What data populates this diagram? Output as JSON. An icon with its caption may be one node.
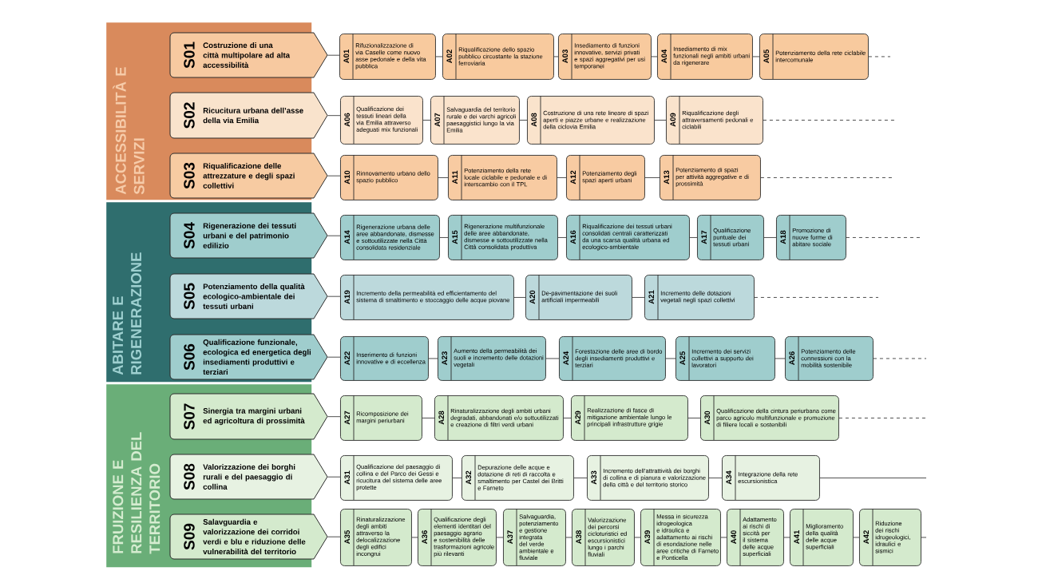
{
  "diagram": {
    "nodes": [
      {
        "text": [
          "ACCESSIBILITÀ E SERVIZI"
        ]
      },
      {
        "text": [
          "S01",
          "Costruzione di una città multipolare ad alta accessibilità"
        ]
      },
      {
        "text": [
          "A01",
          "Rifuzionalizzazione di via Caselle come nuovo asse pedonale e della vita pubblica"
        ]
      },
      {
        "text": [
          "A02",
          "Riqualificazione dello spazio pubblico circostante la stazione ferroviaria"
        ]
      },
      {
        "text": [
          "A03",
          "Insediamento di funzioni innovative, servizi privati e spazi aggregativi per usi temporanei"
        ]
      },
      {
        "text": [
          "A04",
          "Insediamento di mix funzionali negli ambiti urbani da rigenerare"
        ]
      },
      {
        "text": [
          "A05",
          "Potenziamento della rete ciclabile intercomunale"
        ]
      },
      {
        "text": [
          "S02",
          "Ricucitura urbana dell’asse della via Emilia"
        ]
      },
      {
        "text": [
          "A06",
          "Qualificazione dei tessuti lineari della via Emilia attraverso adeguati mix funzionali"
        ]
      },
      {
        "text": [
          "A07",
          "Salvaguardia del territorio rurale e dei varchi agricoli paesaggistici lungo la via Emilia"
        ]
      },
      {
        "text": [
          "A08",
          "Costruzione di una rete lineare di spazi aperti e piazze urbane e realizzazione della ciclovia Emilia"
        ]
      },
      {
        "text": [
          "A09",
          "Riqualificazione degli attraversamenti pedonali e ciclabili"
        ]
      },
      {
        "text": [
          "S03",
          "Riqualificazione delle attrezzature e degli spazi collettivi"
        ]
      },
      {
        "text": [
          "A10",
          "Rinnovamento urbano dello spazio pubblico"
        ]
      },
      {
        "text": [
          "A11",
          "Potenziamento della rete locale ciclabile e pedonale e di interscambio con il TPL"
        ]
      },
      {
        "text": [
          "A12",
          "Potenziamento degli spazi aperti urbani"
        ]
      },
      {
        "text": [
          "A13",
          "Potenziamento di spazi per attività aggregative e di prossimità"
        ]
      },
      {
        "text": [
          "ABITARE E RIGENERAZIONE"
        ]
      },
      {
        "text": [
          "S04",
          "Rigenerazione dei tessuti urbani e del patrimonio edilizio"
        ]
      },
      {
        "text": [
          "A14",
          "Rigenerazione urbana delle aree abbandonate, dismesse e sottoutilizzate nella Città consolidata residenziale"
        ]
      },
      {
        "text": [
          "A15",
          "Rigenerazione multifunzionale delle aree abbandonate, dismesse e sottoutilizzate nella Città consolidata produttiva"
        ]
      },
      {
        "text": [
          "A16",
          "Riqualificazione dei tessuti urbani consolidati centrali caratterizzati da una scarsa qualità urbana ed ecologico-ambientale"
        ]
      },
      {
        "text": [
          "A17",
          "Qualificazione puntuale dei tessuti urbani"
        ]
      },
      {
        "text": [
          "A18",
          "Promozione di nuove forme di abitare sociale"
        ]
      },
      {
        "text": [
          "S05",
          "Potenziamento della qualità ecologico-ambientale dei tessuti urbani"
        ]
      },
      {
        "text": [
          "A19",
          "Incremento della permeabilità ed efficientamento del sistema di smaltimento e stoccaggio delle acque piovane"
        ]
      },
      {
        "text": [
          "A20",
          "De-pavimentazione dei suoli artificiali impermeabili"
        ]
      },
      {
        "text": [
          "A21",
          "Incremento delle dotazioni vegetali negli spazi collettivi"
        ]
      },
      {
        "text": [
          "S06",
          "Qualificazione funzionale, ecologica ed energetica degli insediamenti produttivi e terziari"
        ]
      },
      {
        "text": [
          "A22",
          "Inserimento di funzioni innovative e di eccellenza"
        ]
      },
      {
        "text": [
          "A23",
          "Aumento della permeabilità dei suoli e incremento delle dotazioni vegetali"
        ]
      },
      {
        "text": [
          "A24",
          "Forestazione delle aree di bordo degli insediamenti produttivi e terziari"
        ]
      },
      {
        "text": [
          "A25",
          "Incremento dei servizi collettivi a supporto dei lavoratori"
        ]
      },
      {
        "text": [
          "A26",
          "Potenziamento delle connessioni con la mobilità sostenibile"
        ]
      },
      {
        "text": [
          "FRUIZIONE E RESILIENZA DEL TERRITORIO"
        ]
      },
      {
        "text": [
          "S07",
          "Sinergia tra margini urbani ed agricoltura di prossimità"
        ]
      },
      {
        "text": [
          "A27",
          "Ricomposizione dei margini periurbani"
        ]
      },
      {
        "text": [
          "A28",
          "Rinaturalizzazione degli ambiti urbani degradati, abbandonati e/o sottoutilizzati e creazione di filtri verdi urbani"
        ]
      },
      {
        "text": [
          "A29",
          "Realizzazione di fasce di mitigazione ambientale lungo le principali infrastrutture grigie"
        ]
      },
      {
        "text": [
          "A30",
          "Qualificazione della cintura periurbana come parco agricolo multifunzionale e promozione di filiere locali e sostenibili"
        ]
      },
      {
        "text": [
          "S08",
          "Valorizzazione dei borghi rurali e del paesaggio di collina"
        ]
      },
      {
        "text": [
          "A31",
          "Qualificazione del paesaggio di collina e del Parco dei Gessi e ricucitura del sistema delle aree protette"
        ]
      },
      {
        "text": [
          "A32",
          "Depurazione delle acque e dotazione di reti di raccolta e smaltimento per Castel dei Britti e Farneto"
        ]
      },
      {
        "text": [
          "A33",
          "Incremento dell’attrattività dei borghi di collina e di pianura e valorizzazione della città e del territorio storico"
        ]
      },
      {
        "text": [
          "A34",
          "Integrazione della rete escursionistica"
        ]
      },
      {
        "text": [
          "S09",
          "Salavguardia e valorizzazione dei corridoi verdi e blu e riduzione delle vulnerabilità del territorio"
        ]
      },
      {
        "text": [
          "A35",
          "Rinaturalizzazione degli ambiti attraverso la delocalizzazione degli edifici incongrui"
        ]
      },
      {
        "text": [
          "A36",
          "Qualificazione degli elementi identitari del paesaggio agrario e sostenibilità delle trasformazioni agricole più rilevanti"
        ]
      },
      {
        "text": [
          "A37",
          "Salvaguardia, potenziamento e gestione integrata del verde ambientale e fluviale"
        ]
      },
      {
        "text": [
          "A38",
          "Valorizzazione dei percorsi cicloturistici ed escursionistici lungo i parchi fluviali"
        ]
      },
      {
        "text": [
          "A39",
          "Messa in sicurezza idrogeologica e idraulica e adattamento ai rischi di esondazione nelle aree critiche di Farneto e Ponticella"
        ]
      },
      {
        "text": [
          "A40",
          "Adattamento ai rischi di siccità per il sistema delle acque superficiali"
        ]
      },
      {
        "text": [
          "A41",
          "Miglioramento della qualità delle acque superficiali"
        ]
      },
      {
        "text": [
          "A42",
          "Riduzione dei rischi idrogeologici, idraulici e sismici"
        ]
      }
    ],
    "edges": [
      {
        "from": 1,
        "to": 2,
        "arrow": "none"
      },
      {
        "from": 2,
        "to": 3,
        "arrow": "none"
      },
      {
        "from": 3,
        "to": 4,
        "arrow": "none"
      },
      {
        "from": 4,
        "to": 5,
        "arrow": "none"
      },
      {
        "from": 5,
        "to": 6,
        "arrow": "none"
      },
      {
        "from": 6,
        "to": null,
        "arrow": "none",
        "style": "dashed"
      },
      {
        "from": 7,
        "to": 8,
        "arrow": "none"
      },
      {
        "from": 8,
        "to": 9,
        "arrow": "none"
      },
      {
        "from": 9,
        "to": 10,
        "arrow": "none"
      },
      {
        "from": 10,
        "to": 11,
        "arrow": "none"
      },
      {
        "from": 11,
        "to": null,
        "arrow": "none",
        "style": "dashed"
      },
      {
        "from": 12,
        "to": 13,
        "arrow": "none"
      },
      {
        "from": 13,
        "to": 14,
        "arrow": "none"
      },
      {
        "from": 14,
        "to": 15,
        "arrow": "none"
      },
      {
        "from": 15,
        "to": 16,
        "arrow": "none"
      },
      {
        "from": 16,
        "to": null,
        "arrow": "none",
        "style": "dashed"
      },
      {
        "from": 18,
        "to": 19,
        "arrow": "none"
      },
      {
        "from": 19,
        "to": 20,
        "arrow": "none"
      },
      {
        "from": 20,
        "to": 21,
        "arrow": "none"
      },
      {
        "from": 21,
        "to": 22,
        "arrow": "none"
      },
      {
        "from": 22,
        "to": 23,
        "arrow": "none"
      },
      {
        "from": 23,
        "to": null,
        "arrow": "none",
        "style": "dashed"
      },
      {
        "from": 24,
        "to": 25,
        "arrow": "none"
      },
      {
        "from": 25,
        "to": 26,
        "arrow": "none"
      },
      {
        "from": 26,
        "to": 27,
        "arrow": "none"
      },
      {
        "from": 27,
        "to": null,
        "arrow": "none",
        "style": "dashed"
      },
      {
        "from": 28,
        "to": 29,
        "arrow": "none"
      },
      {
        "from": 29,
        "to": 30,
        "arrow": "none"
      },
      {
        "from": 30,
        "to": 31,
        "arrow": "none"
      },
      {
        "from": 31,
        "to": 32,
        "arrow": "none"
      },
      {
        "from": 32,
        "to": 33,
        "arrow": "none"
      },
      {
        "from": 33,
        "to": null,
        "arrow": "none",
        "style": "dashed"
      },
      {
        "from": 35,
        "to": 36,
        "arrow": "none"
      },
      {
        "from": 36,
        "to": 37,
        "arrow": "none"
      },
      {
        "from": 37,
        "to": 38,
        "arrow": "none"
      },
      {
        "from": 38,
        "to": 39,
        "arrow": "none"
      },
      {
        "from": 39,
        "to": null,
        "arrow": "none",
        "style": "dashed"
      },
      {
        "from": 40,
        "to": 41,
        "arrow": "none"
      },
      {
        "from": 41,
        "to": 42,
        "arrow": "none"
      },
      {
        "from": 42,
        "to": 43,
        "arrow": "none"
      },
      {
        "from": 43,
        "to": 44,
        "arrow": "none"
      },
      {
        "from": 44,
        "to": null,
        "arrow": "none"
      },
      {
        "from": 45,
        "to": 46,
        "arrow": "none"
      },
      {
        "from": 46,
        "to": 47,
        "arrow": "none"
      },
      {
        "from": 47,
        "to": 48,
        "arrow": "none"
      },
      {
        "from": 48,
        "to": 49,
        "arrow": "none"
      },
      {
        "from": 49,
        "to": 50,
        "arrow": "none"
      },
      {
        "from": 50,
        "to": 51,
        "arrow": "none"
      },
      {
        "from": 51,
        "to": 52,
        "arrow": "none"
      },
      {
        "from": 52,
        "to": 53,
        "arrow": "none"
      },
      {
        "from": 53,
        "to": null,
        "arrow": "none"
      }
    ]
  }
}
